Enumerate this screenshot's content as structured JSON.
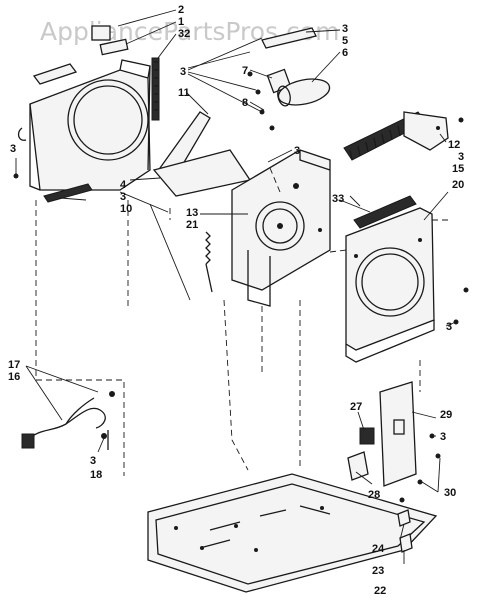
{
  "watermark": "AppliancePartsPros.com",
  "header_text": "—",
  "callouts": {
    "l2": "2",
    "l1": "1",
    "l32": "32",
    "l3a": "3",
    "l7": "7",
    "l8": "8",
    "l3b": "3",
    "l5": "5",
    "l6": "6",
    "l11": "11",
    "l3c": "3",
    "l3d": "3",
    "l4": "4",
    "l3e": "3",
    "l10": "10",
    "l13": "13",
    "l21": "21",
    "l12": "12",
    "l3f": "3",
    "l15": "15",
    "l20": "20",
    "l33": "33",
    "l3g": "3",
    "l17": "17",
    "l16": "16",
    "l3h": "3",
    "l18": "18",
    "l27": "27",
    "l29": "29",
    "l3i": "3",
    "l28": "28",
    "l30": "30",
    "l24": "24",
    "l23": "23",
    "l22": "22"
  }
}
